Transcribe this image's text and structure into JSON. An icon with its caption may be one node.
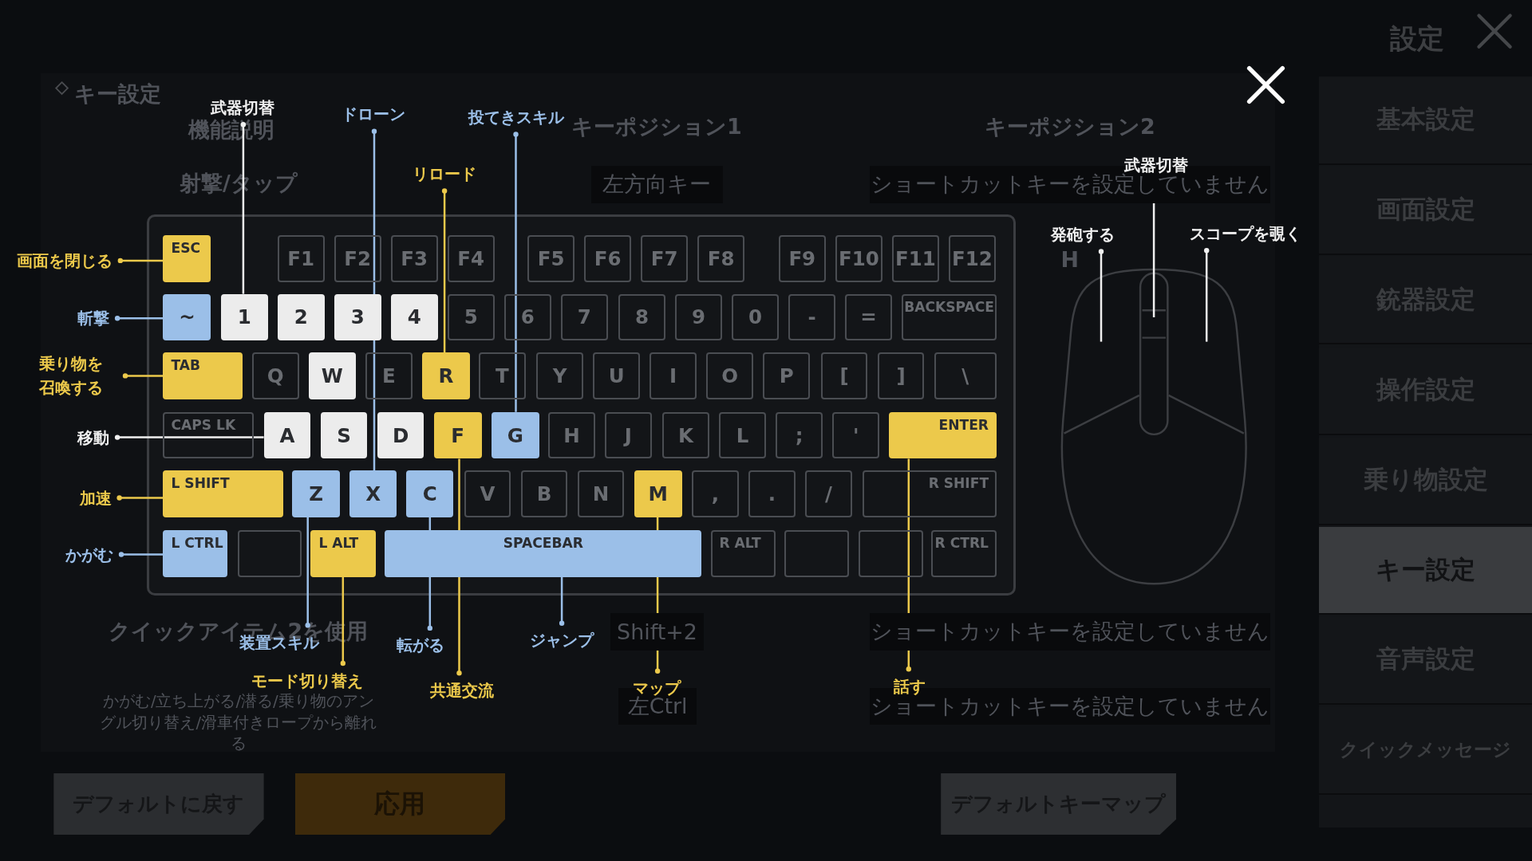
{
  "diagram": {
    "nodes": [
      {
        "text": [],
        "shape": "box"
      },
      {
        "text": [
          "ESC"
        ],
        "in": 0
      },
      {
        "text": [
          "F1"
        ],
        "in": 0
      },
      {
        "text": [
          "F2"
        ],
        "in": 0
      },
      {
        "text": [
          "F3"
        ],
        "in": 0
      },
      {
        "text": [
          "F4"
        ],
        "in": 0
      },
      {
        "text": [
          "F5"
        ],
        "in": 0
      },
      {
        "text": [
          "F6"
        ],
        "in": 0
      },
      {
        "text": [
          "F7"
        ],
        "in": 0
      },
      {
        "text": [
          "F8"
        ],
        "in": 0
      },
      {
        "text": [
          "F9"
        ],
        "in": 0
      },
      {
        "text": [
          "F10"
        ],
        "in": 0
      },
      {
        "text": [
          "F11"
        ],
        "in": 0
      },
      {
        "text": [
          "F12"
        ],
        "in": 0
      },
      {
        "text": [
          "~"
        ],
        "in": 0
      },
      {
        "text": [
          "1"
        ],
        "in": 0
      },
      {
        "text": [
          "2"
        ],
        "in": 0
      },
      {
        "text": [
          "3"
        ],
        "in": 0
      },
      {
        "text": [
          "4"
        ],
        "in": 0
      },
      {
        "text": [
          "5"
        ],
        "in": 0
      },
      {
        "text": [
          "6"
        ],
        "in": 0
      },
      {
        "text": [
          "7"
        ],
        "in": 0
      },
      {
        "text": [
          "8"
        ],
        "in": 0
      },
      {
        "text": [
          "9"
        ],
        "in": 0
      },
      {
        "text": [
          "0"
        ],
        "in": 0
      },
      {
        "text": [
          "-"
        ],
        "in": 0
      },
      {
        "text": [
          "="
        ],
        "in": 0
      },
      {
        "text": [
          "BACKSPACE"
        ],
        "in": 0
      },
      {
        "text": [
          "TAB"
        ],
        "in": 0
      },
      {
        "text": [
          "Q"
        ],
        "in": 0
      },
      {
        "text": [
          "W"
        ],
        "in": 0
      },
      {
        "text": [
          "E"
        ],
        "in": 0
      },
      {
        "text": [
          "R"
        ],
        "in": 0
      },
      {
        "text": [
          "T"
        ],
        "in": 0
      },
      {
        "text": [
          "Y"
        ],
        "in": 0
      },
      {
        "text": [
          "U"
        ],
        "in": 0
      },
      {
        "text": [
          "I"
        ],
        "in": 0
      },
      {
        "text": [
          "O"
        ],
        "in": 0
      },
      {
        "text": [
          "P"
        ],
        "in": 0
      },
      {
        "text": [
          "["
        ],
        "in": 0
      },
      {
        "text": [
          "]"
        ],
        "in": 0
      },
      {
        "text": [
          "\\"
        ],
        "in": 0
      },
      {
        "text": [
          "CAPS LK"
        ],
        "in": 0
      },
      {
        "text": [
          "A"
        ],
        "in": 0
      },
      {
        "text": [
          "S"
        ],
        "in": 0
      },
      {
        "text": [
          "D"
        ],
        "in": 0
      },
      {
        "text": [
          "F"
        ],
        "in": 0
      },
      {
        "text": [
          "G"
        ],
        "in": 0
      },
      {
        "text": [
          "H"
        ],
        "in": 0
      },
      {
        "text": [
          "J"
        ],
        "in": 0
      },
      {
        "text": [
          "K"
        ],
        "in": 0
      },
      {
        "text": [
          "L"
        ],
        "in": 0
      },
      {
        "text": [
          ";"
        ],
        "in": 0
      },
      {
        "text": [
          "'"
        ],
        "in": 0
      },
      {
        "text": [
          "ENTER"
        ],
        "in": 0
      },
      {
        "text": [
          "L SHIFT"
        ],
        "in": 0
      },
      {
        "text": [
          "Z"
        ],
        "in": 0
      },
      {
        "text": [
          "X"
        ],
        "in": 0
      },
      {
        "text": [
          "C"
        ],
        "in": 0
      },
      {
        "text": [
          "V"
        ],
        "in": 0
      },
      {
        "text": [
          "B"
        ],
        "in": 0
      },
      {
        "text": [
          "N"
        ],
        "in": 0
      },
      {
        "text": [
          "M"
        ],
        "in": 0
      },
      {
        "text": [
          ","
        ],
        "in": 0
      },
      {
        "text": [
          "."
        ],
        "in": 0
      },
      {
        "text": [
          "/"
        ],
        "in": 0
      },
      {
        "text": [
          "R SHIFT"
        ],
        "in": 0
      },
      {
        "text": [
          "L CTRL"
        ],
        "in": 0
      },
      {
        "text": [],
        "shape": "box",
        "in": 0
      },
      {
        "text": [
          "L ALT"
        ],
        "in": 0
      },
      {
        "text": [
          "SPACEBAR"
        ],
        "in": 0
      },
      {
        "text": [
          "R ALT"
        ],
        "in": 0
      },
      {
        "text": [],
        "shape": "box",
        "in": 0
      },
      {
        "text": [],
        "shape": "box",
        "in": 0
      },
      {
        "text": [
          "R CTRL"
        ],
        "in": 0
      },
      {
        "text": [
          "武器切替"
        ]
      },
      {
        "text": [
          "ドローン"
        ]
      },
      {
        "text": [
          "投てきスキル"
        ]
      },
      {
        "text": [
          "武器切替"
        ]
      },
      {
        "text": [
          "リロード"
        ]
      },
      {
        "text": [
          "発砲する"
        ]
      },
      {
        "text": [
          "スコープを覗く"
        ]
      },
      {
        "text": [
          "画面を閉じる"
        ]
      },
      {
        "text": [
          "斬撃"
        ]
      },
      {
        "text": [
          "乗り物を召喚する"
        ]
      },
      {
        "text": [
          "移動"
        ]
      },
      {
        "text": [
          "加速"
        ]
      },
      {
        "text": [
          "かがむ"
        ]
      },
      {
        "text": [
          "ジャンプ"
        ]
      },
      {
        "text": [
          "装置スキル"
        ]
      },
      {
        "text": [
          "転がる"
        ]
      },
      {
        "text": [
          "モード切り替え"
        ]
      },
      {
        "text": [
          "共通交流"
        ]
      },
      {
        "text": [
          "マップ"
        ]
      },
      {
        "text": [
          "話す"
        ]
      }
    ],
    "edges": [
      {
        "from": 75,
        "to": 15,
        "arrow": "other",
        "color": "#f0f0f0"
      },
      {
        "from": 76,
        "to": 57,
        "arrow": "other",
        "color": "#9bbfe8"
      },
      {
        "from": 77,
        "to": 47,
        "arrow": "other",
        "color": "#9bbfe8"
      },
      {
        "from": 78,
        "to": null,
        "arrow": "other",
        "color": "#f0f0f0"
      },
      {
        "from": 79,
        "to": 32,
        "arrow": "other"
      },
      {
        "from": 80,
        "to": null,
        "arrow": "other",
        "color": "#f0f0f0"
      },
      {
        "from": 81,
        "to": null,
        "arrow": "other",
        "color": "#f0f0f0"
      },
      {
        "from": 82,
        "to": 1,
        "arrow": "other"
      },
      {
        "from": 83,
        "to": 14,
        "arrow": "other",
        "color": "#9bbfe8"
      },
      {
        "from": 84,
        "to": 28,
        "arrow": "other"
      },
      {
        "from": 85,
        "to": 43,
        "arrow": "other",
        "color": "#f0f0f0"
      },
      {
        "from": 86,
        "to": 55,
        "arrow": "other"
      },
      {
        "from": 87,
        "to": 67,
        "arrow": "other",
        "color": "#9bbfe8"
      },
      {
        "from": 88,
        "to": 70,
        "arrow": "other",
        "color": "#9bbfe8"
      },
      {
        "from": 89,
        "to": 56,
        "arrow": "other",
        "color": "#9bbfe8"
      },
      {
        "from": 90,
        "to": 58,
        "arrow": "other",
        "color": "#9bbfe8"
      },
      {
        "from": 91,
        "to": 69,
        "arrow": "other"
      },
      {
        "from": 92,
        "to": 46,
        "arrow": "other"
      },
      {
        "from": 93,
        "to": 62,
        "arrow": "other"
      },
      {
        "from": 94,
        "to": 54,
        "arrow": "other"
      }
    ],
    "labels": [
      "キー設定",
      "機能説明",
      "キーポジション1",
      "キーポジション2",
      "射撃/タップ",
      "左方向キー",
      "ショートカットキーを設定していません",
      "H",
      "クイックアイテム2を使用",
      "Shift+2",
      "ショートカットキーを設定していません",
      "かがむ/立ち上がる/潜る/乗り物のアングル切り替え/滑車付きロープから離れる",
      "左Ctrl",
      "ショートカットキーを設定していません",
      "設定",
      "基本設定",
      "画面設定",
      "銃器設定",
      "操作設定",
      "乗り物設定",
      "キー設定",
      "音声設定",
      "クイックメッセージ",
      "デフォルトに戻す",
      "応用",
      "デフォルトキーマップ"
    ]
  }
}
